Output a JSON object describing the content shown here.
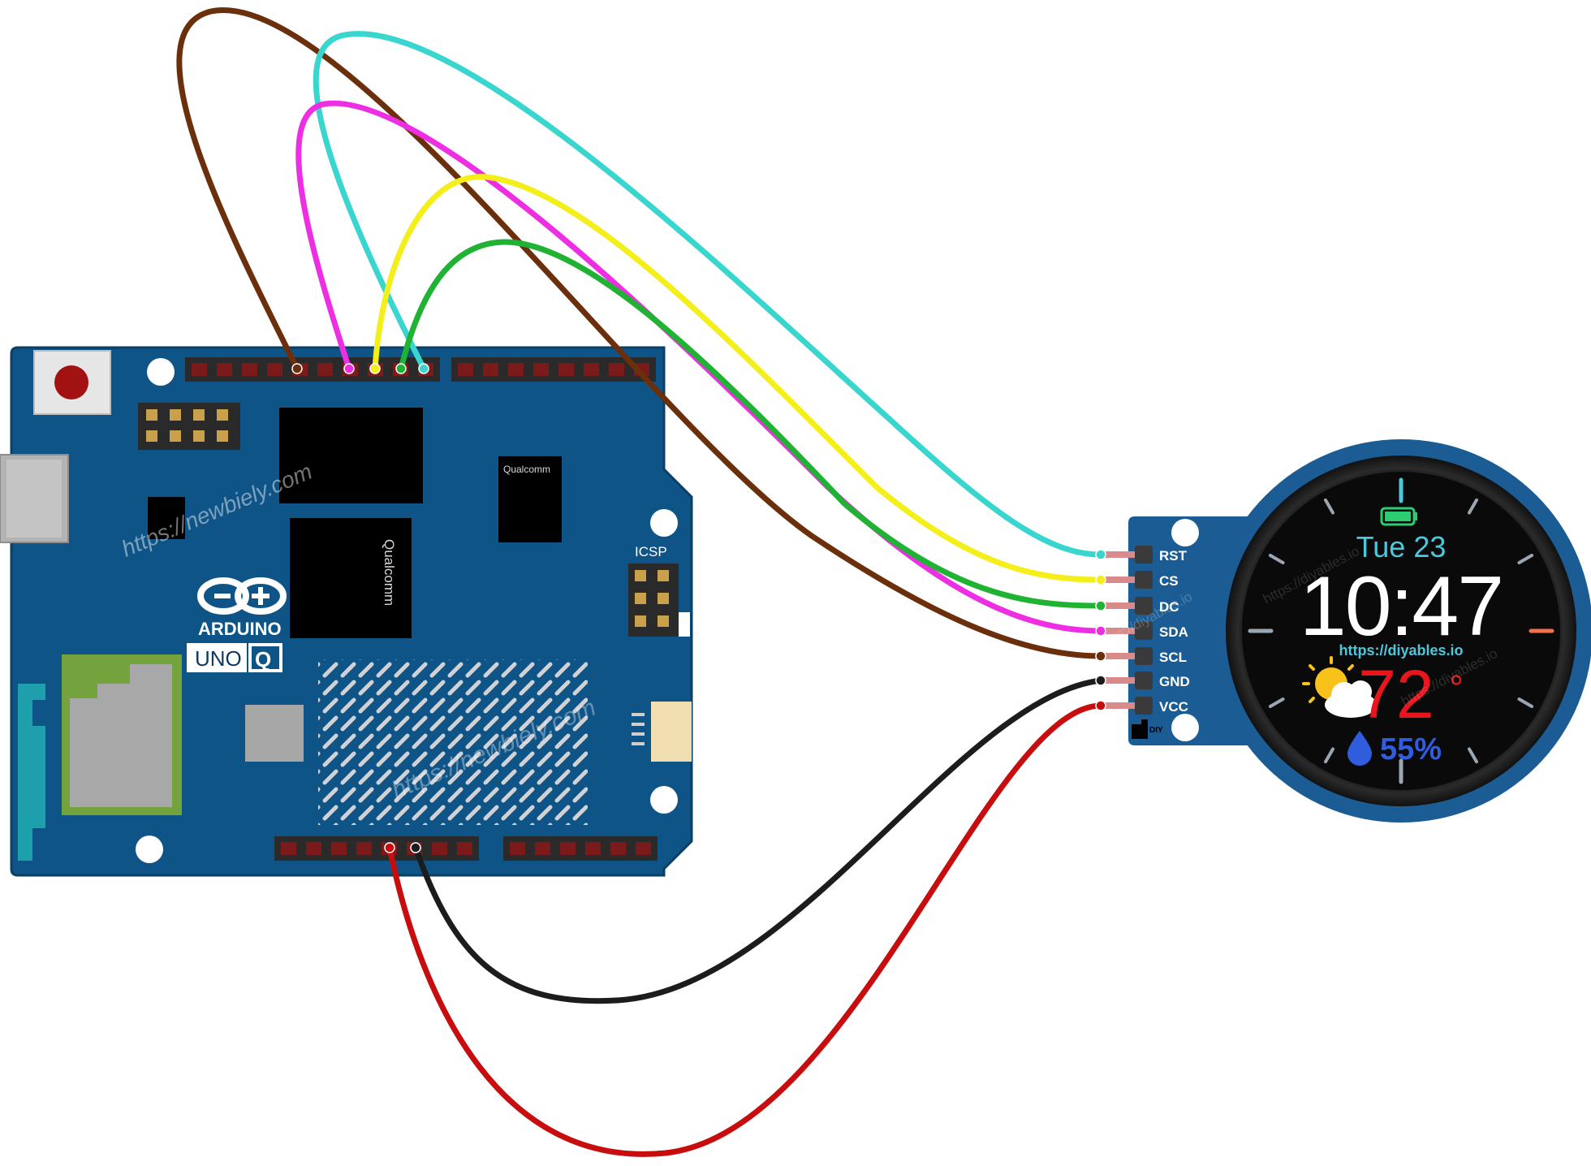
{
  "board": {
    "brand": "ARDUINO",
    "model_left": "UNO",
    "model_right": "Q",
    "icsp_label": "ICSP",
    "chip_label_1": "Qualcomm",
    "chip_label_2": "Qualcomm"
  },
  "module": {
    "pins": [
      "RST",
      "CS",
      "DC",
      "SDA",
      "SCL",
      "GND",
      "VCC"
    ],
    "logo_text": "DIY"
  },
  "screen": {
    "date": "Tue 23",
    "time": "10:47",
    "url": "https://diyables.io",
    "temperature": "72",
    "degree": "°",
    "humidity": "55%"
  },
  "watermarks": {
    "board_top": "https://newbiely.com",
    "board_bottom": "https://newbiely.com",
    "screen_1": "https://diyables.io",
    "screen_2": "https://diyables.io",
    "screen_3": "https://diyables.io"
  },
  "colors": {
    "board_blue": "#0f5487",
    "module_blue": "#1a5c93",
    "wire_brown": "#6b2f0b",
    "wire_cyan": "#38d6cf",
    "wire_magenta": "#ee2ee3",
    "wire_yellow": "#f4ee1a",
    "wire_green": "#1fb233",
    "wire_black": "#1c1c1c",
    "wire_red": "#c70d0d",
    "screen_cyan": "#4cc8dc",
    "temp_red": "#e7151c",
    "humidity_blue": "#2f5dde"
  },
  "wires": [
    {
      "name": "wire-rst",
      "from": "RST",
      "color": "#38d6cf"
    },
    {
      "name": "wire-cs",
      "from": "CS",
      "color": "#f4ee1a"
    },
    {
      "name": "wire-dc",
      "from": "DC",
      "color": "#1fb233"
    },
    {
      "name": "wire-sda",
      "from": "SDA",
      "color": "#ee2ee3"
    },
    {
      "name": "wire-scl",
      "from": "SCL",
      "color": "#6b2f0b"
    },
    {
      "name": "wire-gnd",
      "from": "GND",
      "color": "#1c1c1c"
    },
    {
      "name": "wire-vcc",
      "from": "VCC",
      "color": "#c70d0d"
    }
  ]
}
